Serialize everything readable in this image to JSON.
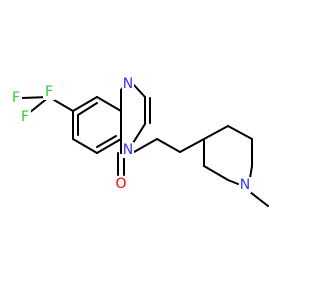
{
  "molecule": {
    "atoms": [
      {
        "id": "n1",
        "label": "N",
        "color": "#3333ff"
      },
      {
        "id": "n3",
        "label": "N",
        "color": "#3333ff"
      },
      {
        "id": "o4",
        "label": "O",
        "color": "#ff0000"
      },
      {
        "id": "f1",
        "label": "F",
        "color": "#33cc33"
      },
      {
        "id": "f2",
        "label": "F",
        "color": "#33cc33"
      },
      {
        "id": "f3",
        "label": "F",
        "color": "#33cc33"
      },
      {
        "id": "npip",
        "label": "N",
        "color": "#3333ff"
      }
    ]
  }
}
